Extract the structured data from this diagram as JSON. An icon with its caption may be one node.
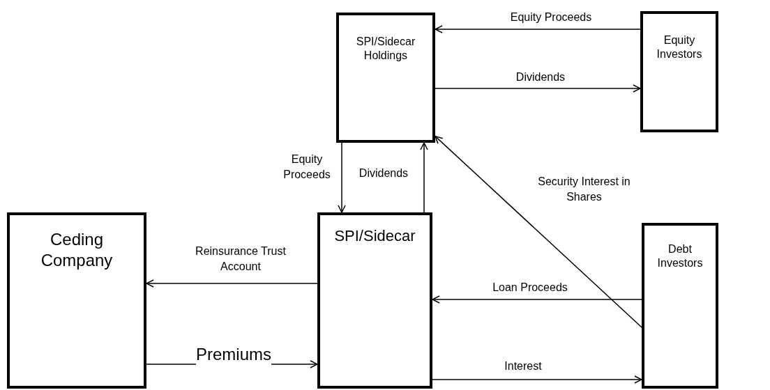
{
  "diagram": {
    "nodes": [
      {
        "text": [
          "SPI/Sidecar Holdings"
        ]
      },
      {
        "text": [
          "Equity Investors"
        ]
      },
      {
        "text": [
          "Ceding Company"
        ]
      },
      {
        "text": [
          "SPI/Sidecar"
        ]
      },
      {
        "text": [
          "Debt Investors"
        ]
      }
    ],
    "edges": [
      {
        "from": 1,
        "to": 0,
        "arrow": "to",
        "label": "Equity Proceeds"
      },
      {
        "from": 0,
        "to": 1,
        "arrow": "to",
        "label": "Dividends"
      },
      {
        "from": 0,
        "to": 3,
        "arrow": "to",
        "label": "Equity Proceeds"
      },
      {
        "from": 3,
        "to": 0,
        "arrow": "to",
        "label": "Dividends"
      },
      {
        "from": 4,
        "to": 0,
        "arrow": "to",
        "label": "Security Interest in Shares"
      },
      {
        "from": 4,
        "to": 3,
        "arrow": "to",
        "label": "Loan Proceeds"
      },
      {
        "from": 3,
        "to": 4,
        "arrow": "to",
        "label": "Interest"
      },
      {
        "from": 3,
        "to": 2,
        "arrow": "to",
        "label": "Reinsurance Trust Account"
      },
      {
        "from": 2,
        "to": 3,
        "arrow": "to",
        "label": "Premiums"
      }
    ]
  }
}
